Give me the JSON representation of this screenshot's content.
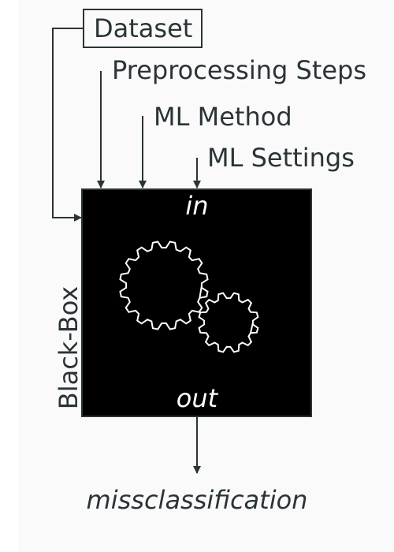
{
  "diagram": {
    "inputs": {
      "dataset": "Dataset",
      "preprocessing": "Preprocessing Steps",
      "ml_method": "ML Method",
      "ml_settings": "ML Settings"
    },
    "box": {
      "side_label": "Black-Box",
      "in_label": "in",
      "out_label": "out",
      "icon": "gears-icon"
    },
    "output": {
      "label": "missclassification"
    },
    "colors": {
      "ink": "#2a3436",
      "box_fill": "#000000",
      "gear_stroke": "#ffffff",
      "background": "#fafafa"
    }
  }
}
